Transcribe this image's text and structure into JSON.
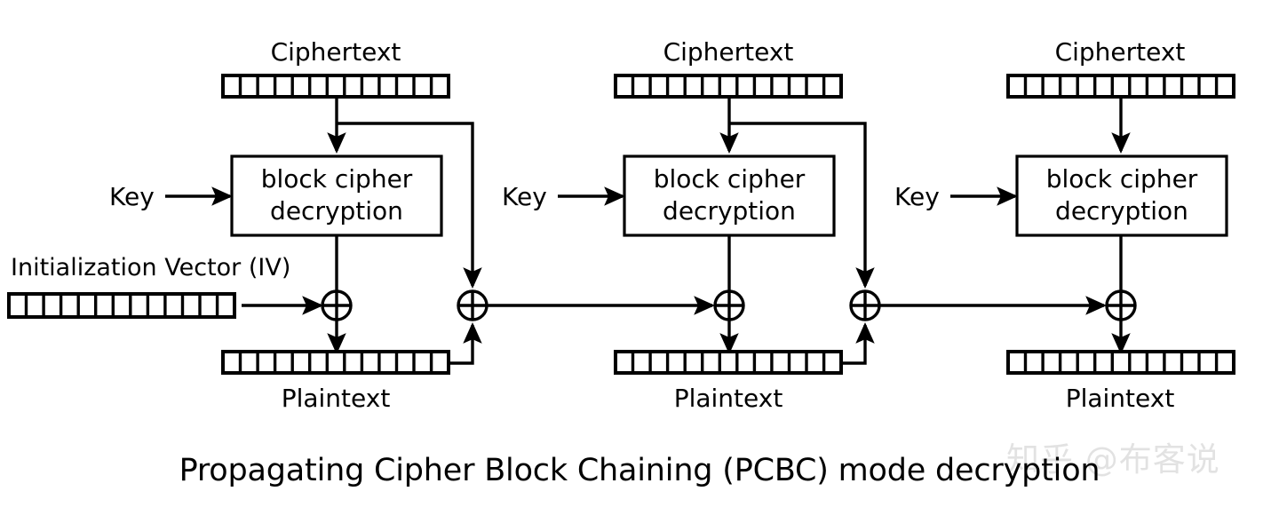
{
  "diagram": {
    "title": "Propagating Cipher Block Chaining (PCBC) mode decryption",
    "stages": [
      {
        "ciphertext_label": "Ciphertext",
        "key_label": "Key",
        "cipher_box_line1": "block cipher",
        "cipher_box_line2": "decryption",
        "plaintext_label": "Plaintext"
      },
      {
        "ciphertext_label": "Ciphertext",
        "key_label": "Key",
        "cipher_box_line1": "block cipher",
        "cipher_box_line2": "decryption",
        "plaintext_label": "Plaintext"
      },
      {
        "ciphertext_label": "Ciphertext",
        "key_label": "Key",
        "cipher_box_line1": "block cipher",
        "cipher_box_line2": "decryption",
        "plaintext_label": "Plaintext"
      }
    ],
    "iv_label": "Initialization Vector (IV)",
    "xor_glyph": "⊕",
    "block_cells_per_bar": 13,
    "colors": {
      "stroke": "#000000",
      "background": "#ffffff",
      "fill": "#ffffff"
    }
  },
  "watermark": {
    "text": "知乎 @布客说"
  }
}
